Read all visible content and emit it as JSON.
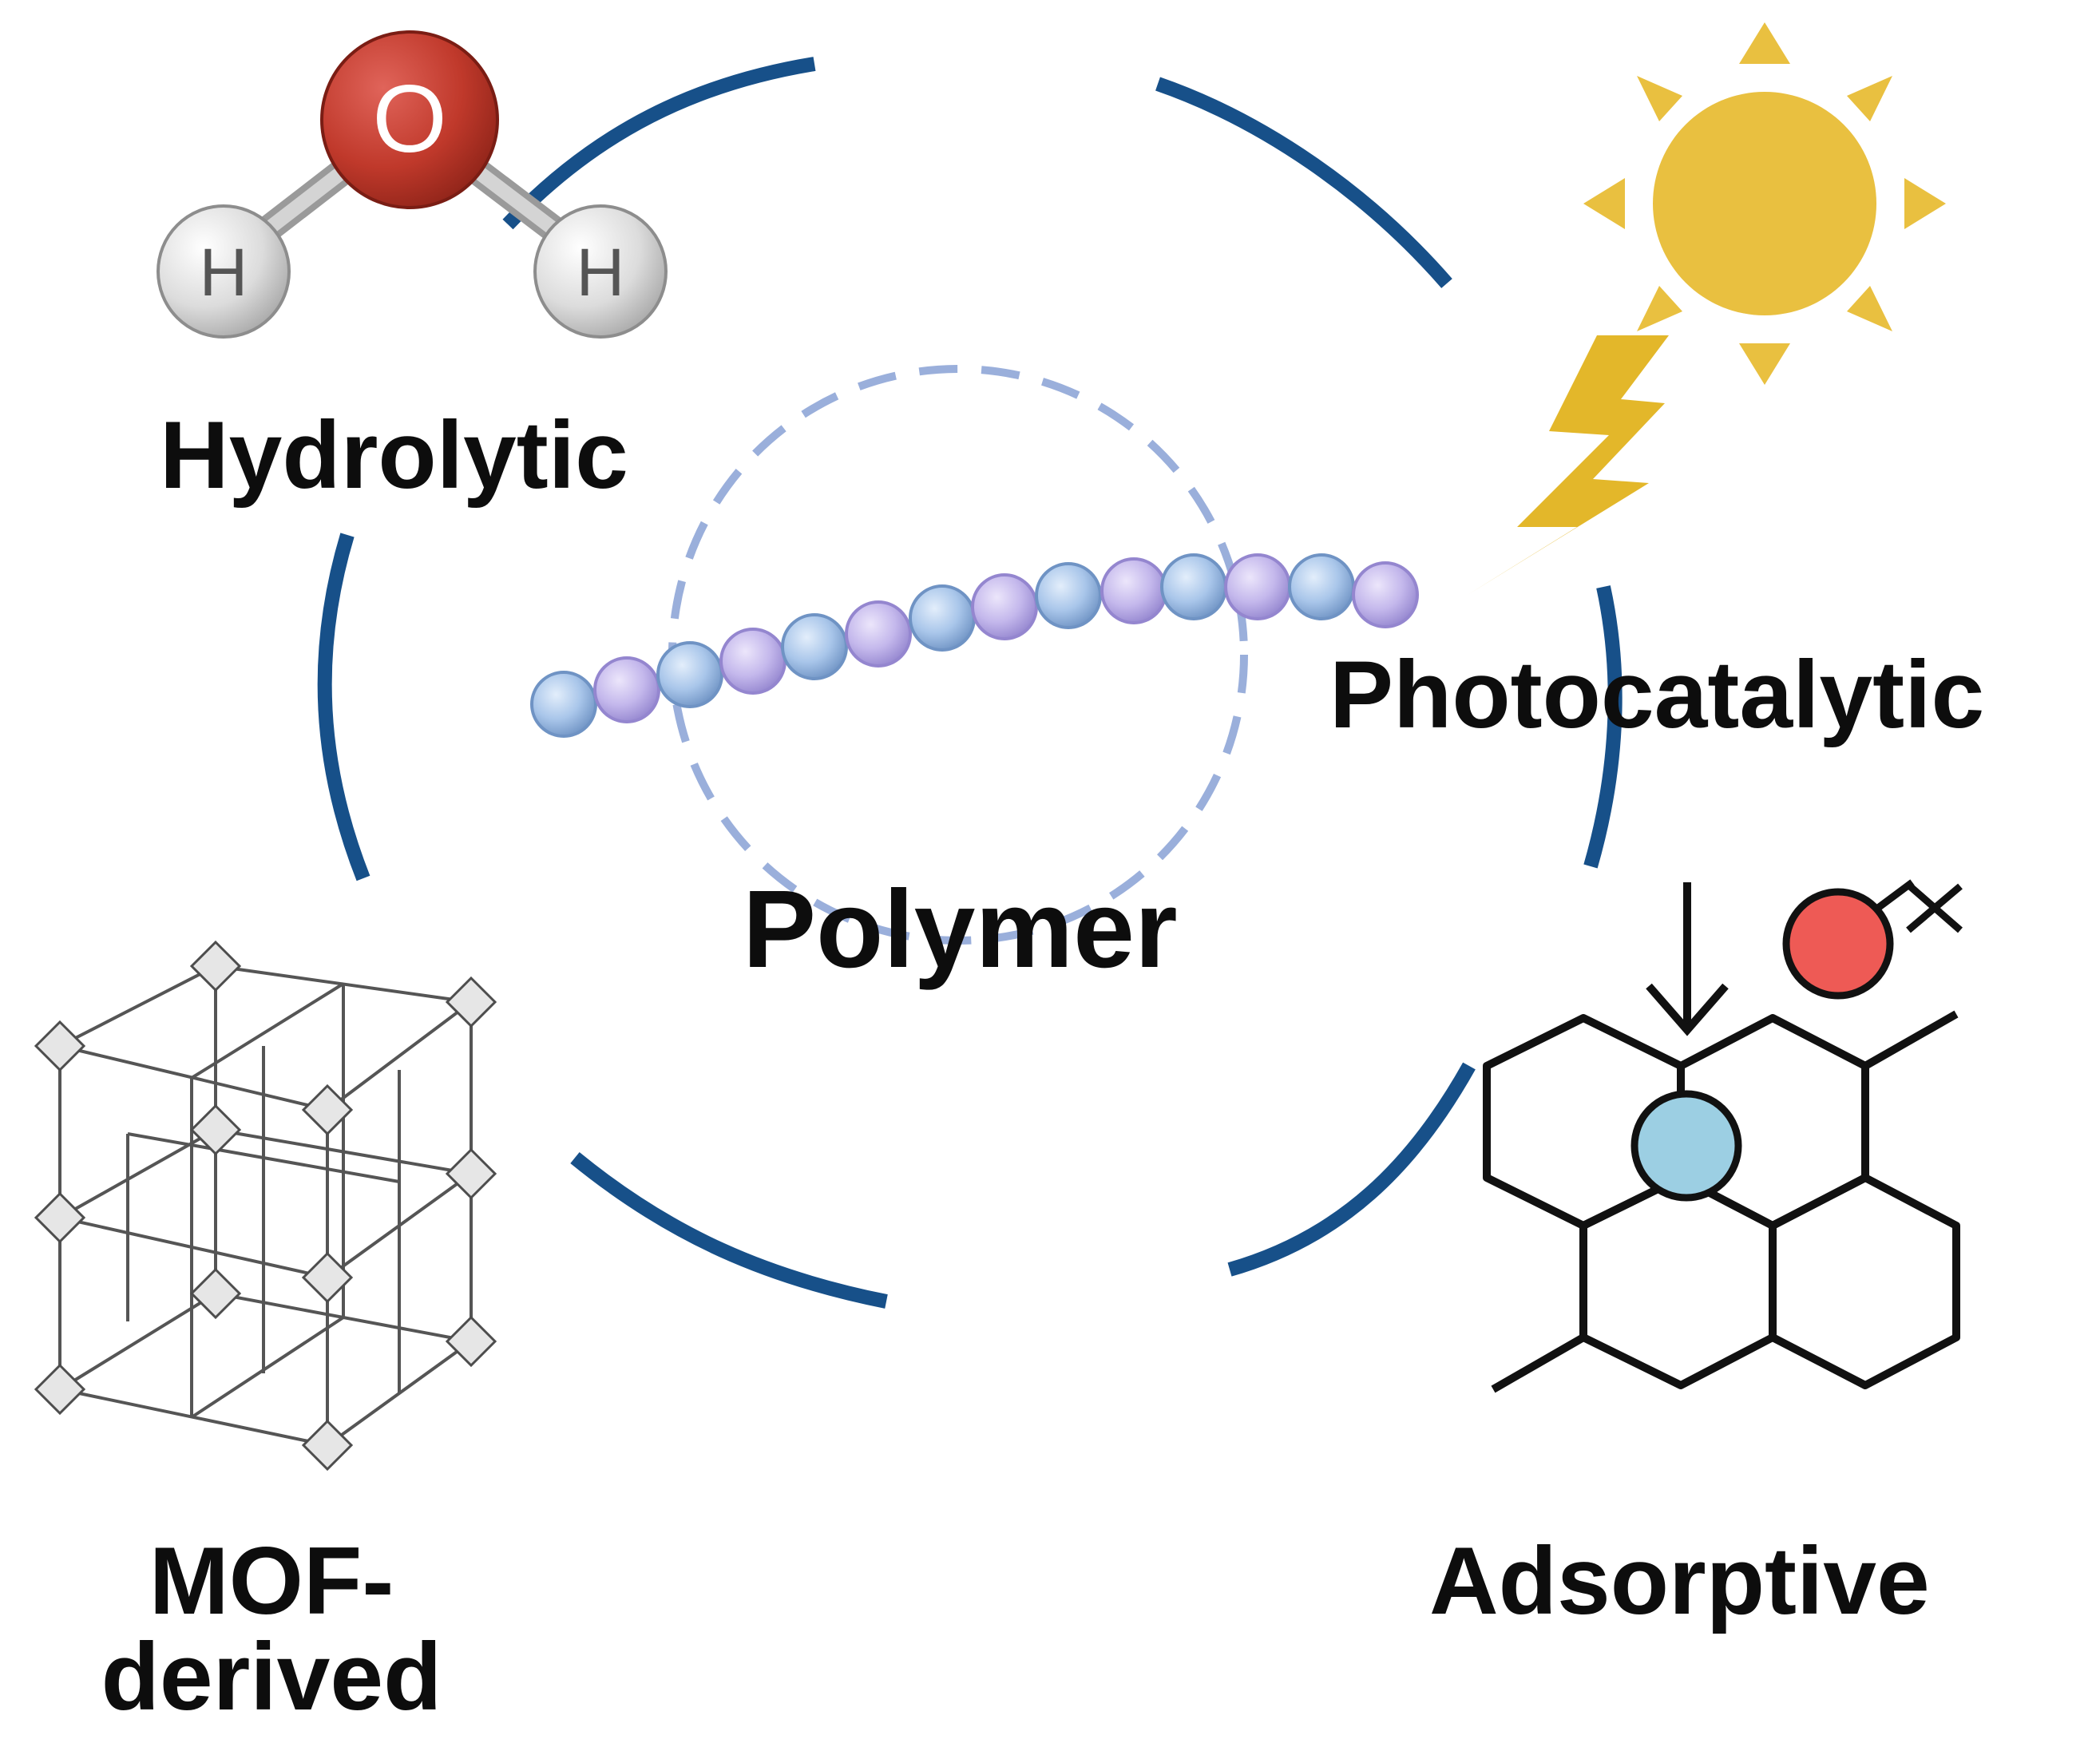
{
  "labels": {
    "center": "Polymer",
    "hydrolytic": "Hydrolytic",
    "photocatalytic": "Photocatalytic",
    "mof_line1": "MOF-",
    "mof_line2": "derived",
    "adsorptive": "Adsorptive"
  },
  "water_molecule": {
    "oxygen": "O",
    "hydrogen_left": "H",
    "hydrogen_right": "H"
  },
  "colors": {
    "ring": "#175089",
    "dashed_circle": "#9aafdb",
    "bead_blue": "#a9c6ea",
    "bead_purple": "#c4b8ec",
    "oxygen": "#c0392b",
    "hydrogen": "#dcdcdc",
    "sun": "#e9c040",
    "adsorbate_red": "#ee5a55",
    "adsorbate_blue": "#9ccfe3"
  },
  "icons": [
    "water-molecule-icon",
    "sun-icon",
    "lightning-icon",
    "mof-framework-icon",
    "adsorbent-lattice-icon",
    "polymer-chain-icon"
  ]
}
